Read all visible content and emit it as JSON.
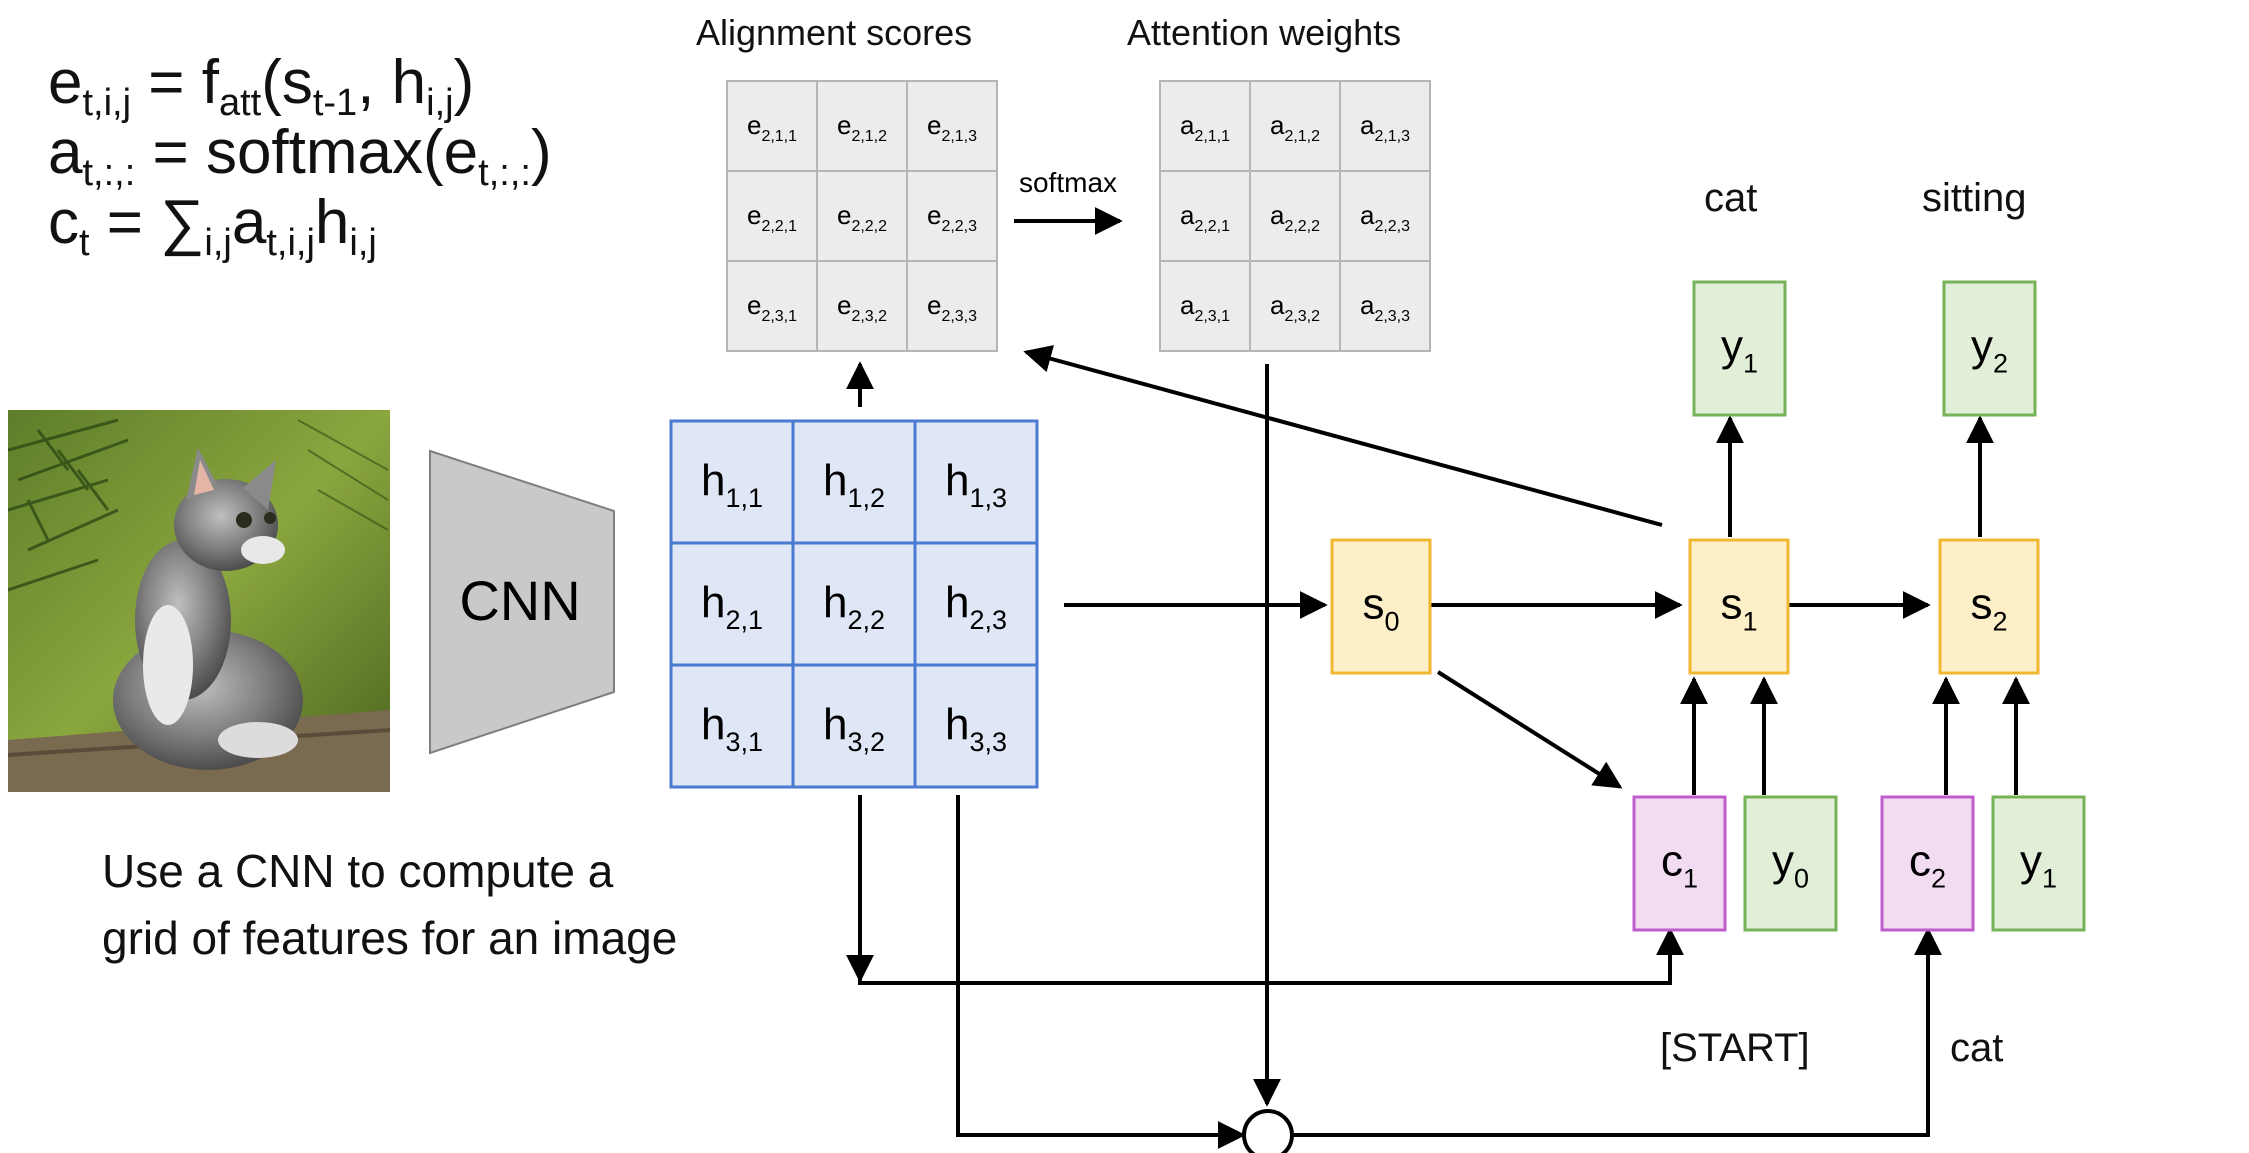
{
  "equations": [
    {
      "main": "e",
      "sub": "t,i,j",
      "rest": " = f",
      "rest_sub": "att",
      "tail": "(s",
      "tail_sub": "t-1",
      "tail2": ", h",
      "tail2_sub": "i,j",
      "end": ")"
    },
    {
      "main": "a",
      "sub": "t,:,:",
      "rest": " = softmax(e",
      "rest_sub": "t,:,:",
      "end": ")"
    },
    {
      "main": "c",
      "sub": "t",
      "rest": " = ∑",
      "rest_sub": "i,j",
      "tail": "a",
      "tail_sub": "t,i,j",
      "tail2": "h",
      "tail2_sub": "i,j"
    }
  ],
  "caption_lines": [
    "Use a CNN to compute a",
    "grid of features for an image"
  ],
  "headers": {
    "alignment": "Alignment scores",
    "attention": "Attention weights"
  },
  "softmax_label": "softmax",
  "cnn_label": "CNN",
  "alignment_cells": [
    [
      "e",
      "2,1,1"
    ],
    [
      "e",
      "2,1,2"
    ],
    [
      "e",
      "2,1,3"
    ],
    [
      "e",
      "2,2,1"
    ],
    [
      "e",
      "2,2,2"
    ],
    [
      "e",
      "2,2,3"
    ],
    [
      "e",
      "2,3,1"
    ],
    [
      "e",
      "2,3,2"
    ],
    [
      "e",
      "2,3,3"
    ]
  ],
  "attention_cells": [
    [
      "a",
      "2,1,1"
    ],
    [
      "a",
      "2,1,2"
    ],
    [
      "a",
      "2,1,3"
    ],
    [
      "a",
      "2,2,1"
    ],
    [
      "a",
      "2,2,2"
    ],
    [
      "a",
      "2,2,3"
    ],
    [
      "a",
      "2,3,1"
    ],
    [
      "a",
      "2,3,2"
    ],
    [
      "a",
      "2,3,3"
    ]
  ],
  "feature_cells": [
    [
      "h",
      "1,1"
    ],
    [
      "h",
      "1,2"
    ],
    [
      "h",
      "1,3"
    ],
    [
      "h",
      "2,1"
    ],
    [
      "h",
      "2,2"
    ],
    [
      "h",
      "2,3"
    ],
    [
      "h",
      "3,1"
    ],
    [
      "h",
      "3,2"
    ],
    [
      "h",
      "3,3"
    ]
  ],
  "states": [
    [
      "s",
      "0"
    ],
    [
      "s",
      "1"
    ],
    [
      "s",
      "2"
    ]
  ],
  "contexts": [
    [
      "c",
      "1"
    ],
    [
      "c",
      "2"
    ]
  ],
  "outputs": [
    [
      "y",
      "1"
    ],
    [
      "y",
      "2"
    ]
  ],
  "inputs": [
    [
      "y",
      "0"
    ],
    [
      "y",
      "1"
    ]
  ],
  "output_words": [
    "cat",
    "sitting"
  ],
  "input_words": [
    "[START]",
    "cat"
  ],
  "colors": {
    "grid_fill": "#ececec",
    "grid_stroke": "#b5b5b5",
    "feature_fill": "#dfe6f5",
    "feature_stroke": "#4a7bd0",
    "state_fill": "#fdefc8",
    "state_stroke": "#f2b731",
    "context_fill": "#f2dcf2",
    "context_stroke": "#c05ccd",
    "y_fill": "#e2efd8",
    "y_stroke": "#76b257",
    "cnn_fill": "#c9c9c9",
    "cnn_stroke": "#7f7f7f"
  }
}
